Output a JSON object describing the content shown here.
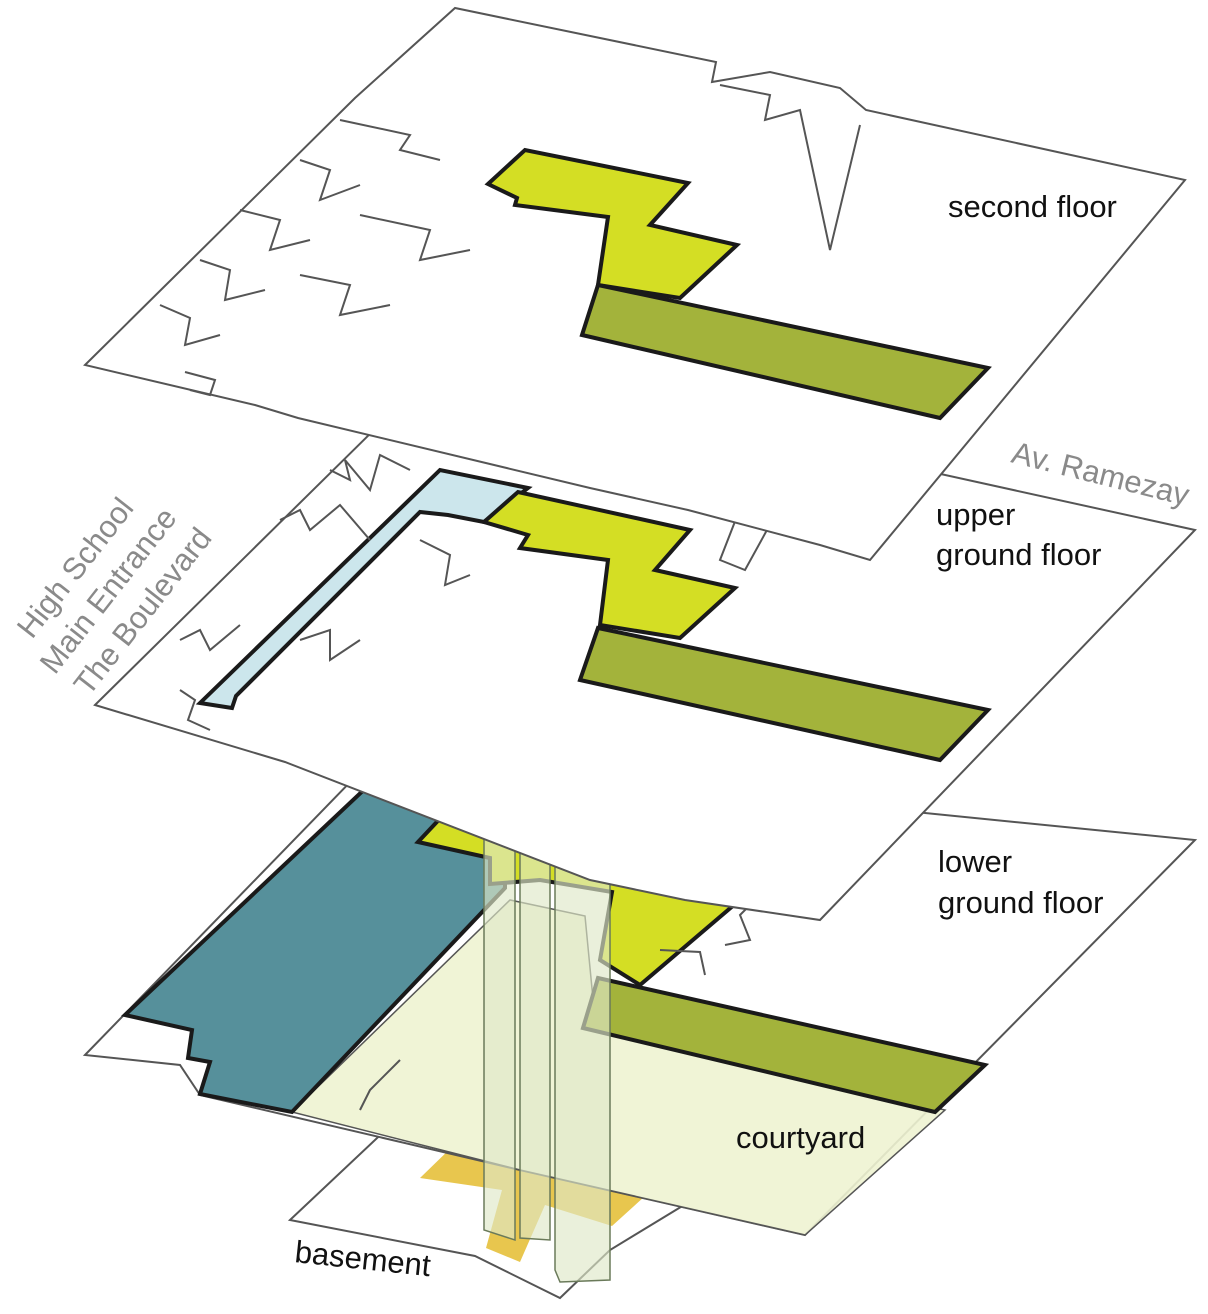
{
  "labels": {
    "second_floor": "second floor",
    "upper_ground_floor_line1": "upper",
    "upper_ground_floor_line2": "ground floor",
    "lower_ground_floor_line1": "lower",
    "lower_ground_floor_line2": "ground floor",
    "courtyard": "courtyard",
    "basement": "basement",
    "street": "Av. Ramezay",
    "west_side_line1": "High School",
    "west_side_line2": "Main Entrance",
    "west_side_line3": "The Boulevard"
  },
  "colors": {
    "circulation": "#d4de24",
    "circulation_side": "#a3b33b",
    "main_entrance_corridor": "#cce6ec",
    "large_hall": "#56909b",
    "courtyard": "#eef3d2",
    "basement": "#e8c64e",
    "shaft": "#dfe8c8",
    "outline": "#555555"
  }
}
